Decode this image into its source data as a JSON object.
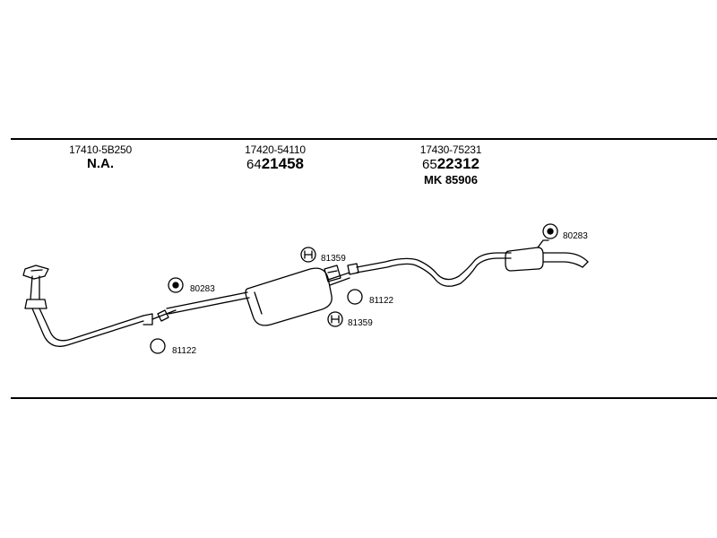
{
  "sections": [
    {
      "oem_number": "17410-5B250",
      "status": "N.A."
    },
    {
      "oem_number": "17420-54110",
      "part_prefix": "64",
      "part_main": "21458"
    },
    {
      "oem_number": "17430-75231",
      "part_prefix": "65",
      "part_main": "22312",
      "ref": "MK 85906"
    }
  ],
  "callouts": {
    "hanger_front": "80283",
    "ring_front": "81122",
    "bolt_mid_top": "81359",
    "ring_mid": "81122",
    "bolt_mid_bottom": "81359",
    "hanger_rear": "80283"
  }
}
